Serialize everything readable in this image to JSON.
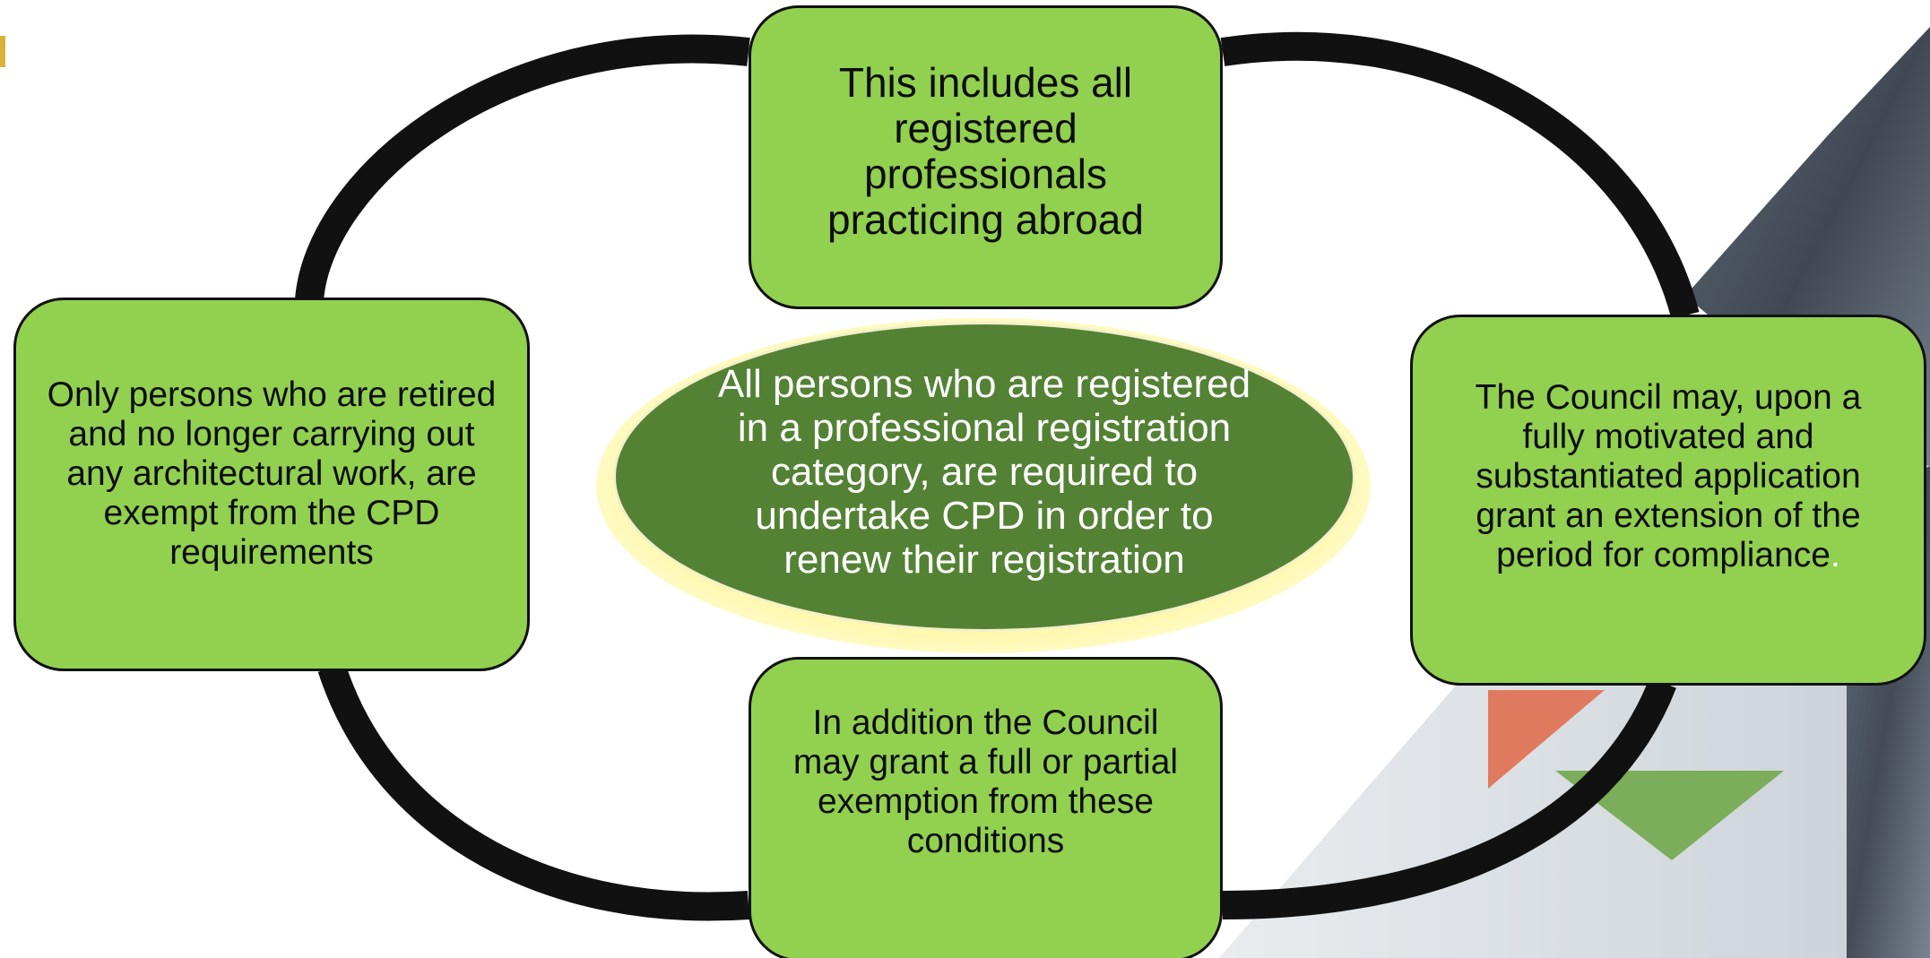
{
  "diagram": {
    "center_text": "All persons who are registered in a professional registration category, are required to undertake CPD in order to renew their registration",
    "top_text": "This includes all registered professionals practicing abroad",
    "left_text": "Only persons who are retired and no longer carrying out any architectural work, are exempt from the CPD requirements",
    "right_text": "The Council may, upon a fully motivated and substantiated application grant an extension of the period for compliance",
    "right_text_end": ".",
    "bottom_text": "In addition the Council may grant a full or partial exemption from  these conditions"
  },
  "colors": {
    "node_fill": "#92d050",
    "center_fill": "#548235",
    "center_glow": "#fff696",
    "ring": "#111111",
    "accent_orange": "#e07a5f",
    "accent_green": "#7cad5a"
  }
}
